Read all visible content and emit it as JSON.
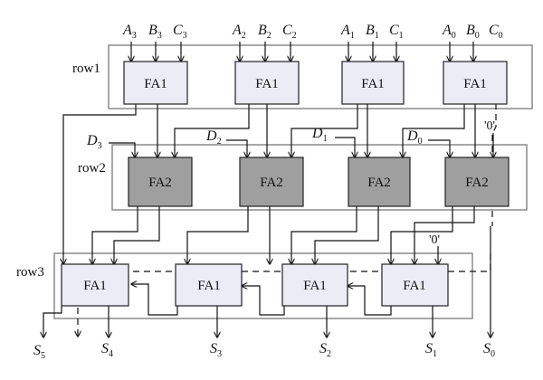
{
  "row_labels": [
    "row1",
    "row2",
    "row3"
  ],
  "row1_cells": [
    {
      "block": "FA1",
      "inputs": [
        {
          "v": "A",
          "s": "3"
        },
        {
          "v": "B",
          "s": "3"
        },
        {
          "v": "C",
          "s": "3"
        }
      ]
    },
    {
      "block": "FA1",
      "inputs": [
        {
          "v": "A",
          "s": "2"
        },
        {
          "v": "B",
          "s": "2"
        },
        {
          "v": "C",
          "s": "2"
        }
      ]
    },
    {
      "block": "FA1",
      "inputs": [
        {
          "v": "A",
          "s": "1"
        },
        {
          "v": "B",
          "s": "1"
        },
        {
          "v": "C",
          "s": "1"
        }
      ]
    },
    {
      "block": "FA1",
      "inputs": [
        {
          "v": "A",
          "s": "0"
        },
        {
          "v": "B",
          "s": "0"
        },
        {
          "v": "C",
          "s": "0"
        }
      ]
    }
  ],
  "row2_cells": [
    {
      "block": "FA2",
      "d_input": {
        "v": "D",
        "s": "3"
      }
    },
    {
      "block": "FA2",
      "d_input": {
        "v": "D",
        "s": "2"
      }
    },
    {
      "block": "FA2",
      "d_input": {
        "v": "D",
        "s": "1"
      }
    },
    {
      "block": "FA2",
      "d_input": {
        "v": "D",
        "s": "0"
      }
    }
  ],
  "row3_cells": [
    "FA1",
    "FA1",
    "FA1",
    "FA1"
  ],
  "zero_label": "'0'",
  "outputs": [
    {
      "v": "S",
      "s": "5"
    },
    {
      "v": "S",
      "s": "4"
    },
    {
      "v": "S",
      "s": "3"
    },
    {
      "v": "S",
      "s": "2"
    },
    {
      "v": "S",
      "s": "1"
    },
    {
      "v": "S",
      "s": "0"
    }
  ],
  "colors": {
    "fa1_fill": "#ececf7",
    "fa2_fill": "#9f9f9f",
    "row_box_stroke": "#8a8a8a"
  }
}
